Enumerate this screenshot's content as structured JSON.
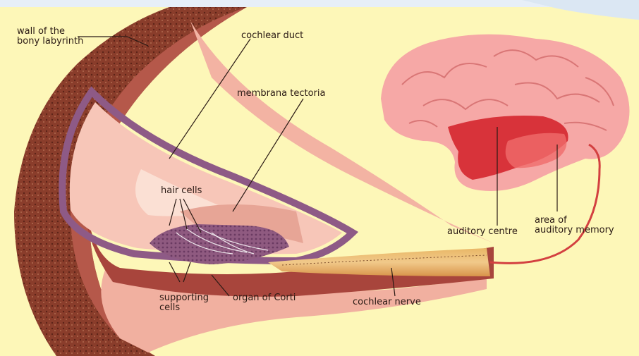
{
  "colors": {
    "background": "#fdf7b8",
    "top_band": "#e7eff8",
    "bone_outer": "#8a3d2b",
    "bone_inner": "#b56552",
    "canal_pink": "#f4b4a4",
    "duct_pink": "#f7c4b6",
    "membrane_purple": "#8e5a86",
    "brain_pink": "#f6a7a5",
    "brain_shadow": "#d96a6a",
    "auditory_red": "#d8333a",
    "nerve_orange": "#e5a651",
    "leader_line": "#2a1a14",
    "connector": "#d34040"
  },
  "labels": {
    "bony_labyrinth": [
      "wall of the",
      "bony labyrinth"
    ],
    "cochlear_duct": "cochlear duct",
    "membrana_tectoria": "membrana tectoria",
    "hair_cells": "hair cells",
    "supporting_cells": [
      "supporting",
      "cells"
    ],
    "organ_of_corti": "organ of Corti",
    "cochlear_nerve": "cochlear nerve",
    "auditory_centre": "auditory centre",
    "auditory_memory": [
      "area of",
      "auditory memory"
    ]
  }
}
